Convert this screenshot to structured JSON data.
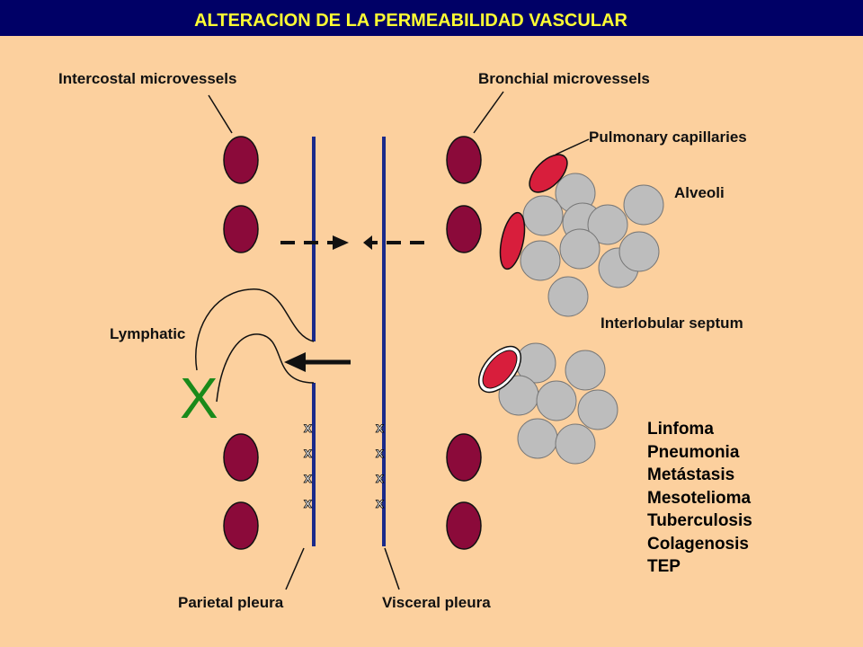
{
  "title": "ALTERACION DE LA PERMEABILIDAD VASCULAR",
  "labels": {
    "intercostal": "Intercostal microvessels",
    "bronchial": "Bronchial microvessels",
    "pulmonary": "Pulmonary capillaries",
    "alveoli": "Alveoli",
    "interlobular": "Interlobular septum",
    "lymphatic": "Lymphatic",
    "parietal": "Parietal pleura",
    "visceral": "Visceral pleura"
  },
  "blocked_mark": "X",
  "pleura_marks": {
    "parietal": [
      "x",
      "x",
      "x",
      "x"
    ],
    "visceral": [
      "x",
      "x",
      "x",
      "x"
    ]
  },
  "diseases": [
    "Linfoma",
    "Pneumonia",
    "Metástasis",
    "Mesotelioma",
    "Tuberculosis",
    "Colagenosis",
    "TEP"
  ],
  "colors": {
    "background": "#fcd09e",
    "title_bar": "#000066",
    "title_text": "#ffff33",
    "vessel": "#8b0a3a",
    "capillary": "#d81e3c",
    "alveolus": "#bdbdbd",
    "pleura": "#1a2a8a",
    "blocked_x": "#1a8a1a"
  }
}
